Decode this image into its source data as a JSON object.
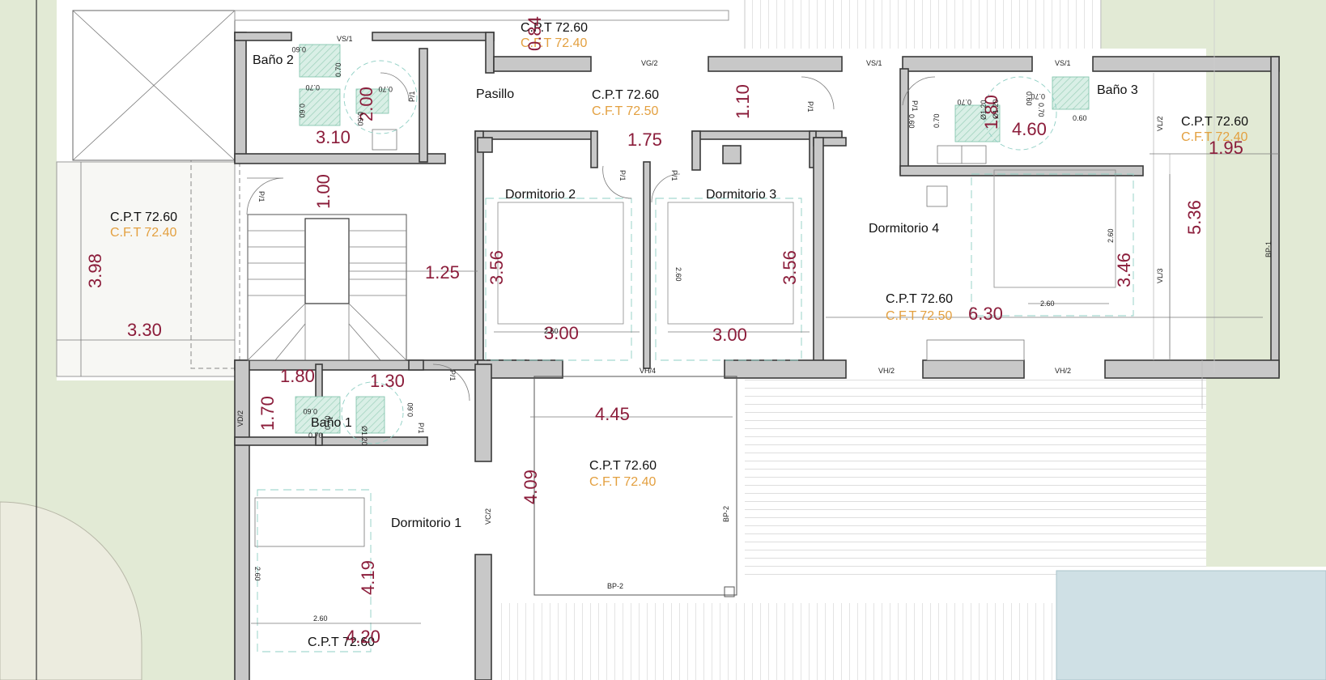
{
  "colors": {
    "dimension": "#8b1c3a",
    "cft": "#e3a040",
    "wall_fill": "#c8c8c8",
    "lawn": "#e2ead5",
    "pool": "#cfe0e5",
    "hatch": "#c5e8d8"
  },
  "rooms": {
    "bano2": "Baño 2",
    "bano1": "Baño 1",
    "bano3": "Baño 3",
    "pasillo": "Pasillo",
    "dorm1": "Dormitorio 1",
    "dorm2": "Dormitorio 2",
    "dorm3": "Dormitorio 3",
    "dorm4": "Dormitorio 4"
  },
  "levels": {
    "top_cpt": "C.P.T 72.60",
    "top_cft": "C.F.T 72.40",
    "pasillo_cpt": "C.P.T 72.60",
    "pasillo_cft": "C.F.T 72.50",
    "left_cpt": "C.P.T 72.60",
    "left_cft": "C.F.T 72.40",
    "right_cpt": "C.P.T 72.60",
    "right_cft": "C.F.T 72.40",
    "dorm4_cpt": "C.P.T 72.60",
    "dorm4_cft": "C.F.T 72.50",
    "terrace_cpt": "C.P.T 72.60",
    "terrace_cft": "C.F.T 72.40",
    "bottom_cpt": "C.P.T 72.60"
  },
  "dimensions": {
    "d084": "0.84",
    "d200": "2.00",
    "d310": "3.10",
    "d110": "1.10",
    "d175": "1.75",
    "d100": "1.00",
    "d398": "3.98",
    "d330": "3.30",
    "d125": "1.25",
    "d356a": "3.56",
    "d356b": "3.56",
    "d300a": "3.00",
    "d300b": "3.00",
    "d180a": "1.80",
    "d460": "4.60",
    "d195": "1.95",
    "d536": "5.36",
    "d346": "3.46",
    "d630": "6.30",
    "d180b": "1.80",
    "d130": "1.30",
    "d170": "1.70",
    "d445": "4.45",
    "d409": "4.09",
    "d419": "4.19",
    "d420": "4.20"
  },
  "tags": {
    "vs1_a": "VS/1",
    "vg2": "VG/2",
    "vs1_b": "VS/1",
    "vs1_c": "VS/1",
    "vh4": "VH/4",
    "vh2_a": "VH/2",
    "vh2_b": "VH/2",
    "vl2": "VL/2",
    "vl3": "VL/3",
    "bp1": "BP-1",
    "bp2_a": "BP-2",
    "bp2_b": "BP-2",
    "vc2": "VC/2",
    "vd2": "VD/2",
    "p1_a": "P/1",
    "p1_b": "P/1",
    "p1_c": "P/1",
    "p1_d": "P/1",
    "p1_e": "P/1",
    "p1_f": "P/1",
    "p1_g": "P/1",
    "p1_h": "P/1"
  },
  "small_dims": {
    "s060_a": "0.60",
    "s070_a": "0.70",
    "s070_b": "0.70",
    "s060_b": "0.60",
    "s070_c": "0.70",
    "s060_c": "0.60",
    "s120_a": "Ø1.20",
    "s070_d": "0.70",
    "s070_e": "0.70",
    "s060_d": "0.60",
    "s070_f": "0.70",
    "s060_e": "0.60",
    "s070_g": "0.70",
    "s120_b": "Ø1.20",
    "s060_f": "0.60",
    "s060_g": "0.60",
    "s070_h": "0.70",
    "s070_i": "0.70",
    "s120_c": "Ø1.20",
    "s060_h": "0.60",
    "s260_a": "2.60",
    "s260_b": "2.60",
    "s260_c": "2.60",
    "s260_d": "2.60",
    "s260_e": "2.60",
    "s260_f": "2.60"
  }
}
